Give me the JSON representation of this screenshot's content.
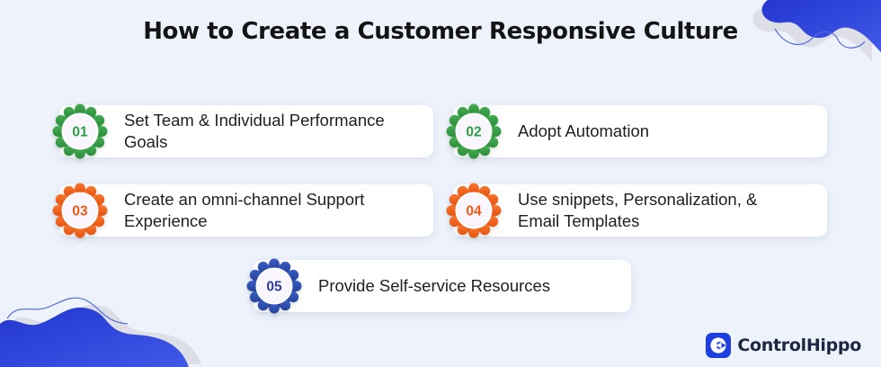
{
  "title": "How to Create a Customer Responsive Culture",
  "steps": [
    {
      "number": "01",
      "label": "Set Team & Individual Performance Goals",
      "color": "green"
    },
    {
      "number": "02",
      "label": "Adopt Automation",
      "color": "green"
    },
    {
      "number": "03",
      "label": "Create an omni-channel Support Experience",
      "color": "orange"
    },
    {
      "number": "04",
      "label": "Use snippets, Personalization, & Email Templates",
      "color": "orange"
    },
    {
      "number": "05",
      "label": "Provide Self-service Resources",
      "color": "blue"
    }
  ],
  "brand": {
    "name": "ControlHippo"
  },
  "colors": {
    "green": "#33a04a",
    "orange": "#ef5c14",
    "blue": "#2e4fae",
    "background": "#edf2fb",
    "blob_blue": "#2a3fd8",
    "card": "#ffffff"
  }
}
